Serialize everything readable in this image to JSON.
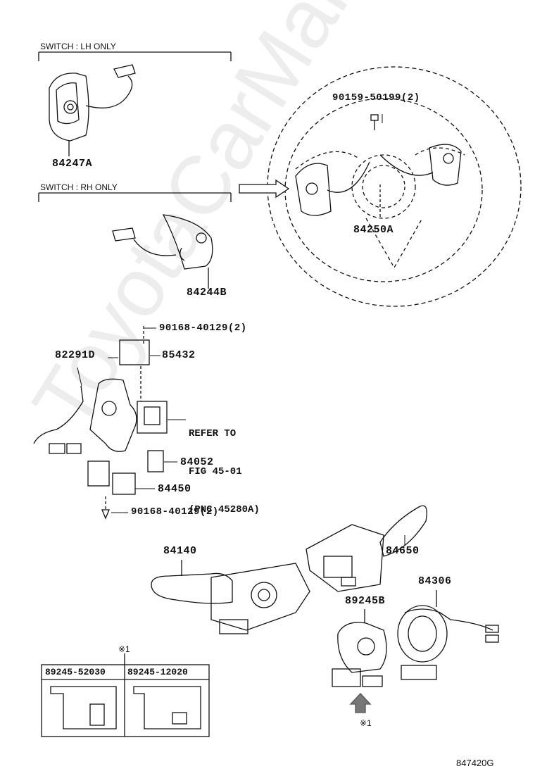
{
  "header_lh": "SWITCH : LH ONLY",
  "header_rh": "SWITCH : RH ONLY",
  "parts": {
    "p84247A": "84247A",
    "p84244B": "84244B",
    "p90159": "90159-50199(2)",
    "p84250A": "84250A",
    "p90168_top": "90168-40129(2)",
    "p85432": "85432",
    "p82291D": "82291D",
    "p84052": "84052",
    "p84450": "84450",
    "p90168_bot": "90168-40129(2)",
    "p84140": "84140",
    "p84650": "84650",
    "p84306": "84306",
    "p89245B": "89245B"
  },
  "refer": {
    "line1": "REFER TO",
    "line2": "FIG 45-01",
    "line3": "(PNC 45280A)"
  },
  "note_marker": "※1",
  "table": {
    "col1": "89245-52030",
    "col2": "89245-12020"
  },
  "figure_code": "847420G",
  "watermark": "ToyotaCarMan.ru"
}
